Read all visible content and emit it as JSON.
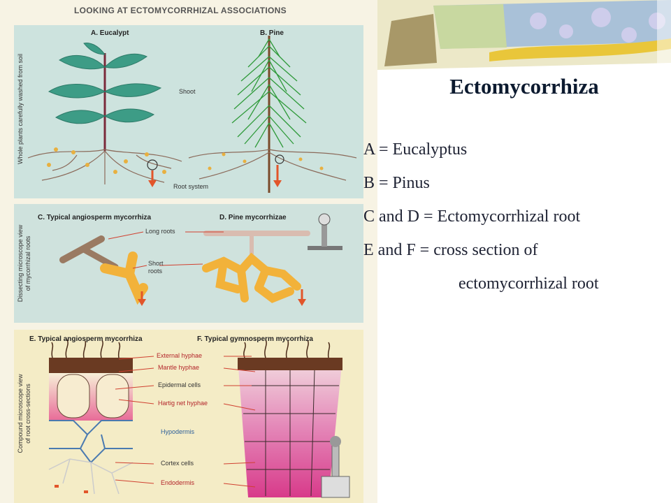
{
  "figure": {
    "title": "LOOKING AT ECTOMYCORRHIZAL ASSOCIATIONS",
    "panel_ab": {
      "side_label": "Whole plants carefully washed from soil",
      "label_a": "A. Eucalypt",
      "label_b": "B. Pine",
      "shoot": "Shoot",
      "root_system": "Root system"
    },
    "panel_cd": {
      "side_label_1": "Dissecting microscope view",
      "side_label_2": "of mycorrhizal roots",
      "label_c": "C. Typical angiosperm mycorrhiza",
      "label_d": "D. Pine  mycorrhizae",
      "long_roots": "Long roots",
      "short_roots_1": "Short",
      "short_roots_2": "roots"
    },
    "panel_ef": {
      "side_label_1": "Compound microscope view",
      "side_label_2": "of root cross-sections",
      "label_e": "E. Typical angiosperm mycorrhiza",
      "label_f": "F. Typical gymnosperm mycorrhiza",
      "external_hyphae": "External hyphae",
      "mantle_hyphae": "Mantle hyphae",
      "epidermal_cells": "Epidermal cells",
      "hartig_net": "Hartig net hyphae",
      "hypodermis": "Hypodermis",
      "cortex_cells": "Cortex cells",
      "endodermis": "Endodermis"
    }
  },
  "slide": {
    "title": "Ectomycorrhiza",
    "lines": [
      "A = Eucalyptus",
      "B = Pinus",
      "C and  D = Ectomycorrhizal root",
      "E and F = cross section of",
      "ectomycorrhizal root"
    ]
  }
}
